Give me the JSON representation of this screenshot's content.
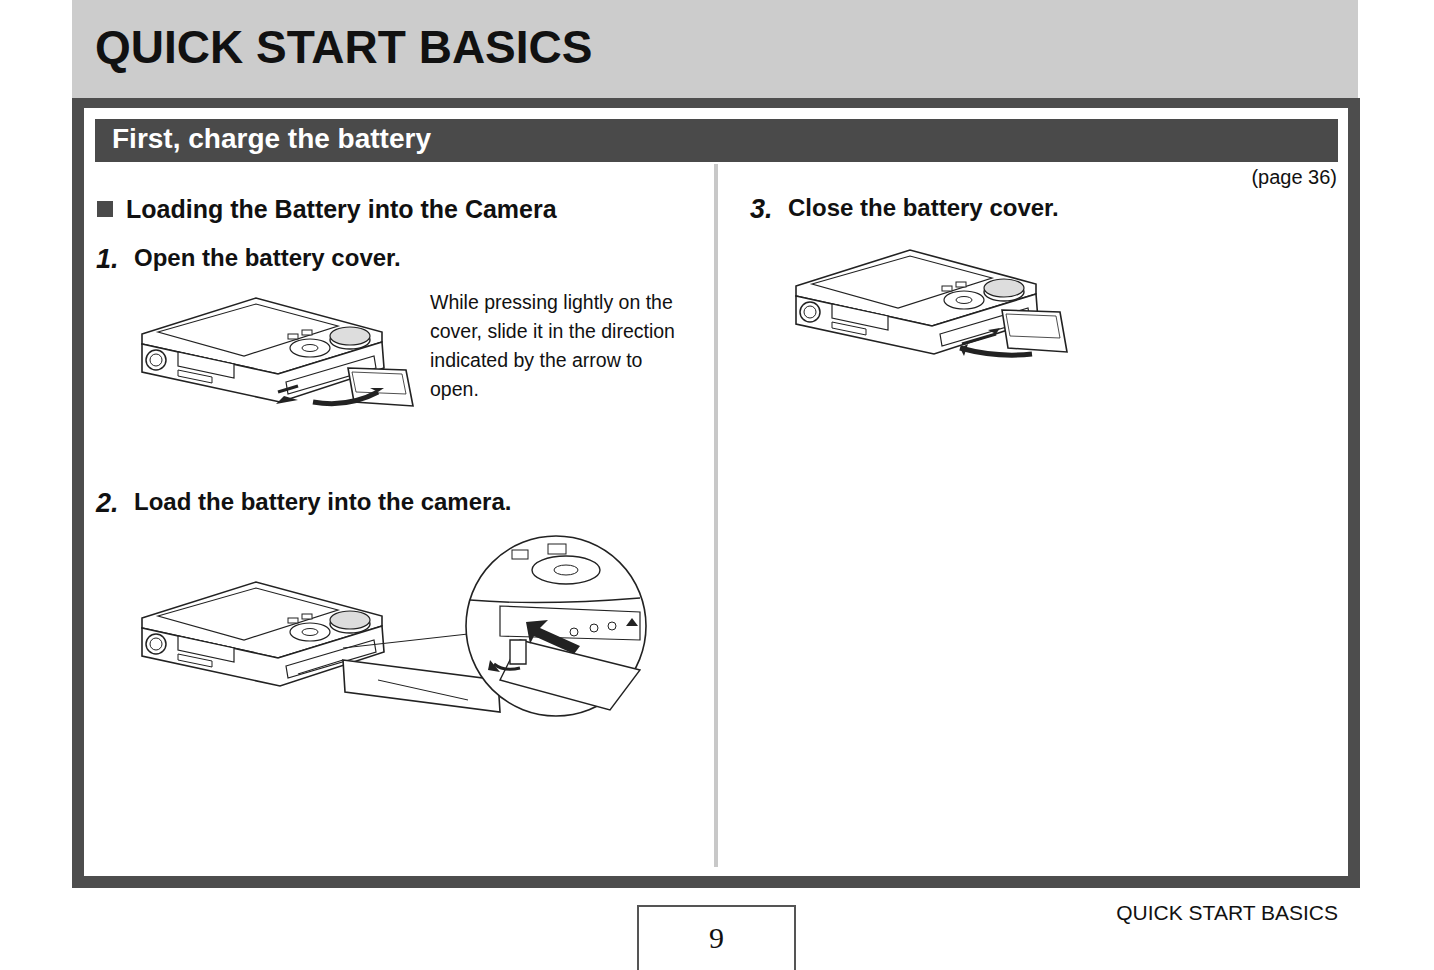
{
  "diagram": {
    "title": "QUICK START BASICS",
    "nodes": [
      {
        "text": [
          "First, charge the battery"
        ]
      },
      {
        "text": [
          "9"
        ]
      }
    ],
    "edges": [],
    "labels": [
      "(page 36)",
      "Loading the Battery into the Camera",
      "1.",
      "Open the battery cover.",
      "While pressing lightly on the cover, slide it in the direction indicated by the arrow to open.",
      "2.",
      "Load the battery into the camera.",
      "3.",
      "Close the battery cover.",
      "QUICK START BASICS"
    ]
  }
}
